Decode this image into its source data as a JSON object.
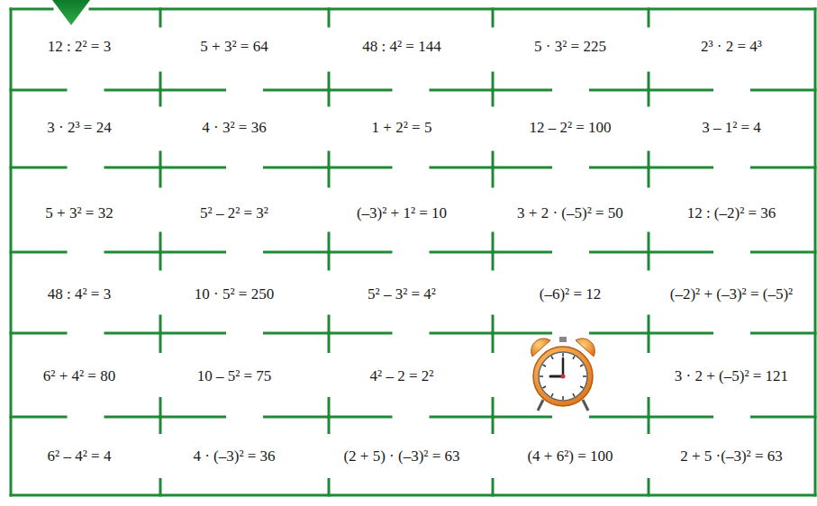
{
  "diagram": {
    "labels": [
      "12 : 2² = 3",
      "5 + 3² = 64",
      "48 : 4² = 144",
      "5 · 3² = 225",
      "2³ · 2 = 4³",
      "3 · 2³ = 24",
      "4 · 3² = 36",
      "1 + 2² = 5",
      "12 – 2² = 100",
      "3 – 1² = 4",
      "5 + 3² = 32",
      "5² – 2² = 3²",
      "(–3)² + 1² = 10",
      "3 + 2 · (–5)² = 50",
      "12 : (–2)² = 36",
      "48 : 4² = 3",
      "10 · 5² = 250",
      "5² – 3² = 4²",
      "(–6)² = 12",
      "(–2)² + (–3)² = (–5)²",
      "6² + 4² = 80",
      "10 – 5² = 75",
      "4² – 2 = 2²",
      "3 · 2 + (–5)² = 121",
      "6² – 4² = 4",
      "4 · (–3)² = 36",
      "(2 + 5) · (–3)² = 63",
      "(4 + 6²) = 100",
      "2 + 5 ·(–3)² = 63"
    ]
  }
}
